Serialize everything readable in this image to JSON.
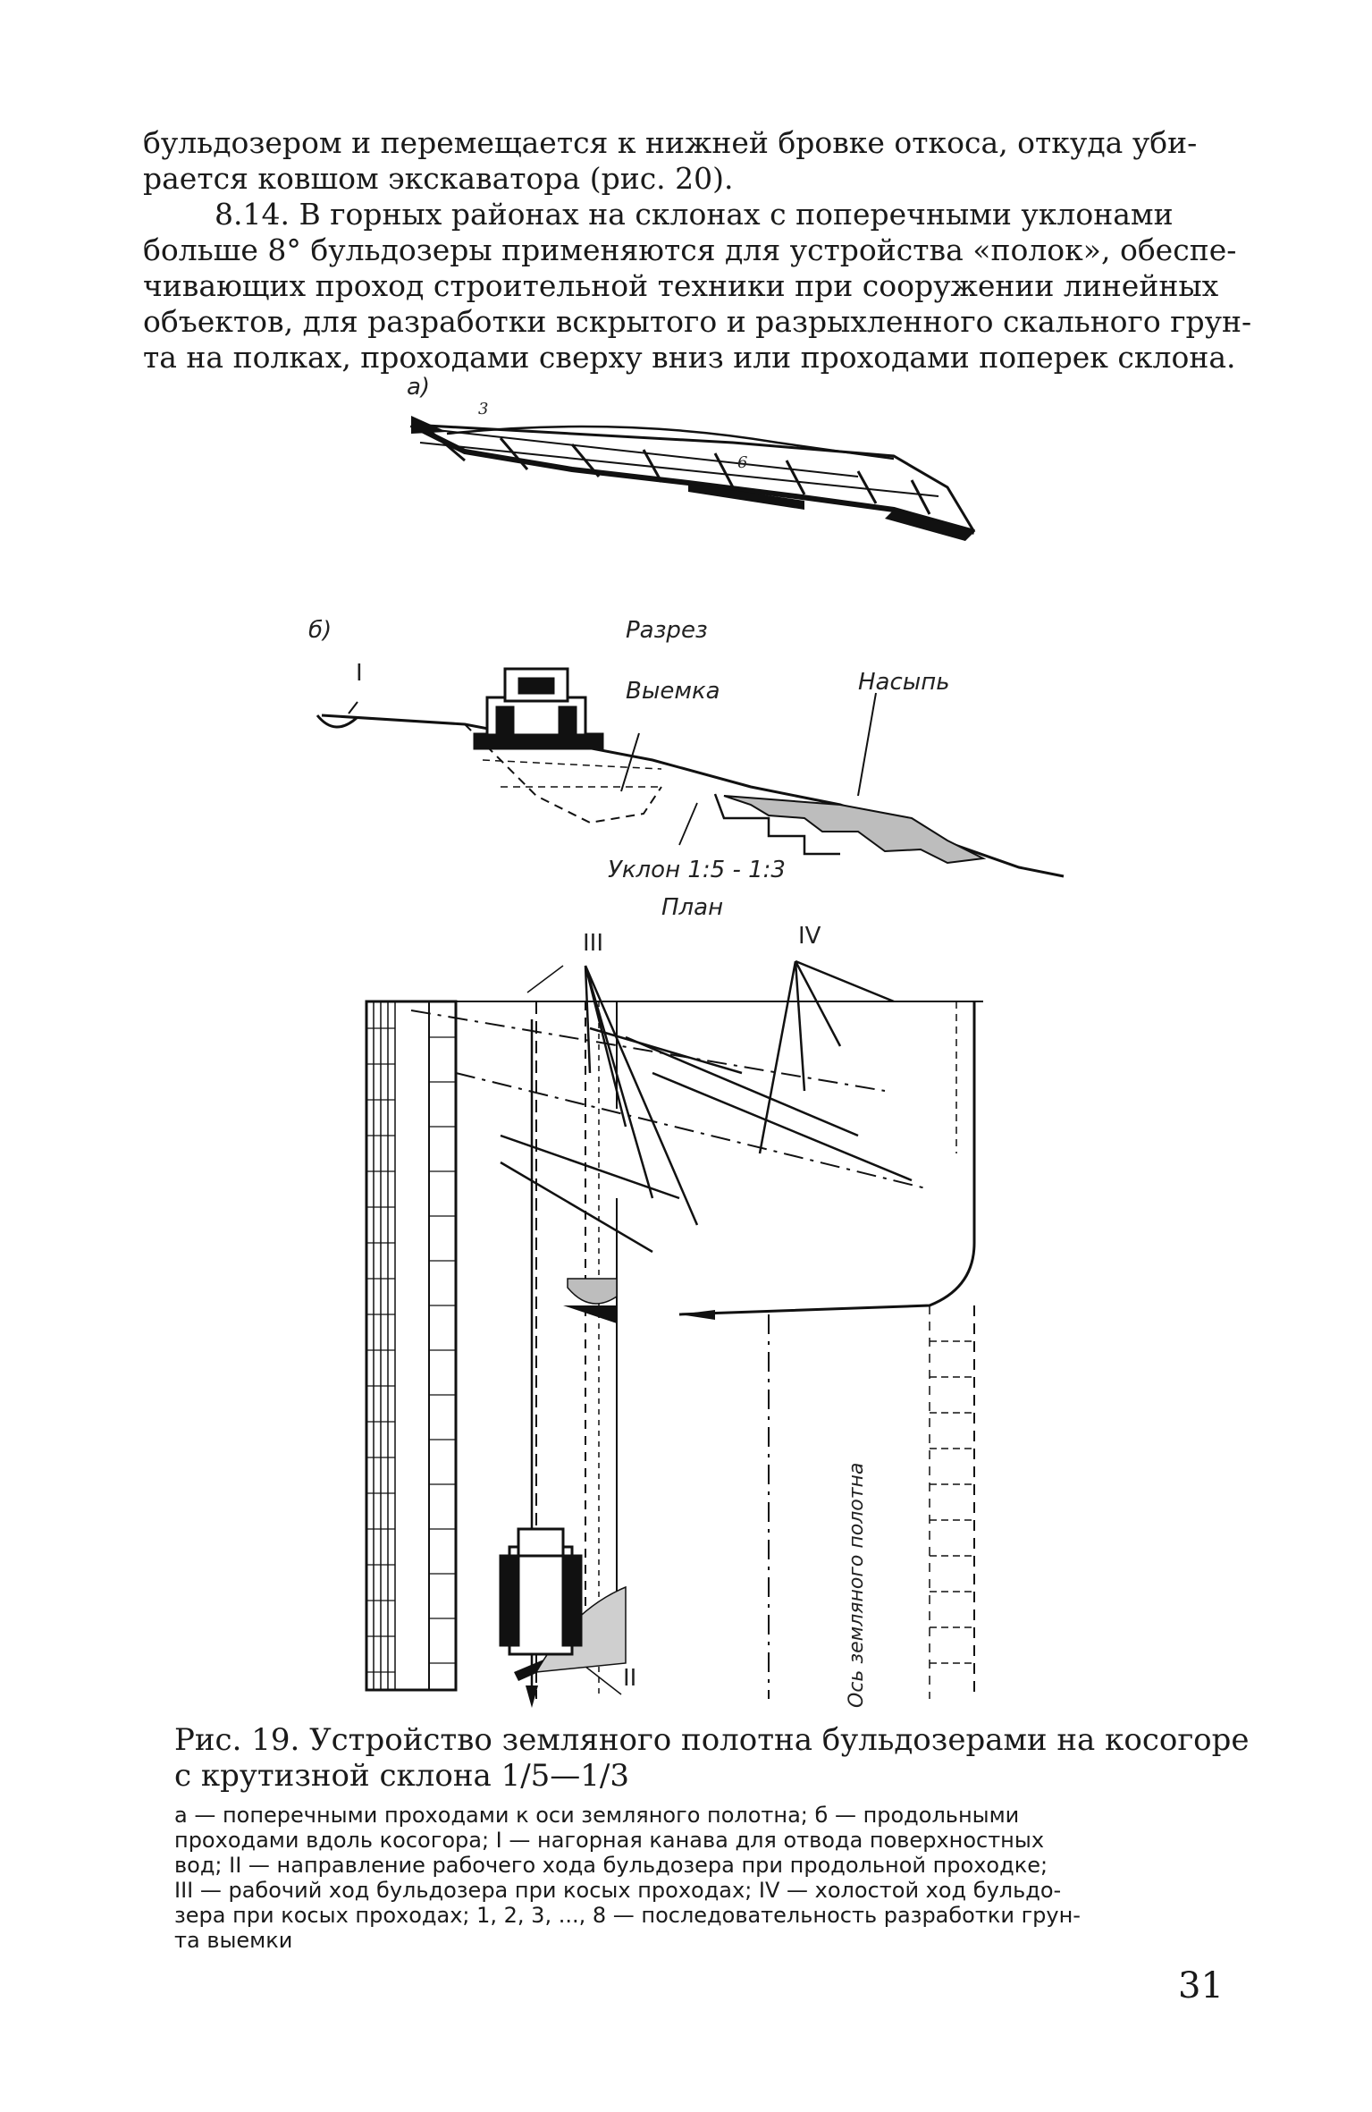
{
  "paragraph_lines": [
    "бульдозером и перемещается к нижней бровке откоса, откуда уби-",
    "рается ковшом экскаватора (рис. 20).",
    "8.14. В горных районах на склонах с поперечными уклонами",
    "больше 8° бульдозеры применяются для устройства «полок», обеспе-",
    "чивающих проход строительной техники при сооружении линейных",
    "объектов, для разработки вскрытого и разрыхленного скального грун-",
    "та на полках, проходами сверху вниз или проходами поперек склона."
  ],
  "figure": {
    "label_a": "а)",
    "label_b": "б)",
    "section_title": "Разрез",
    "cut_label": "Выемка",
    "fill_label": "Насыпь",
    "slope_label": "Уклон 1:5 - 1:3",
    "plan_title": "План",
    "axis_label": "Ось земляного полотна",
    "marker_I": "I",
    "marker_II": "II",
    "marker_III": "III",
    "marker_IV": "IV",
    "seq_3": "3",
    "seq_6": "6"
  },
  "caption": {
    "title_lines": [
      "Рис. 19. Устройство земляного полотна бульдозерами на косогоре",
      "с крутизной склона 1/5—1/3"
    ],
    "desc_lines": [
      "а — поперечными проходами к оси земляного полотна; б — продольными",
      "проходами вдоль косогора; I — нагорная канава для отвода поверхностных",
      "вод; II — направление рабочего хода бульдозера при продольной проходке;",
      "III — рабочий ход бульдозера при косых проходах; IV — холостой ход бульдо-",
      "зера при косых проходах; 1, 2, 3, ..., 8 — последовательность разработки грун-",
      "та выемки"
    ]
  },
  "page_number": "31"
}
